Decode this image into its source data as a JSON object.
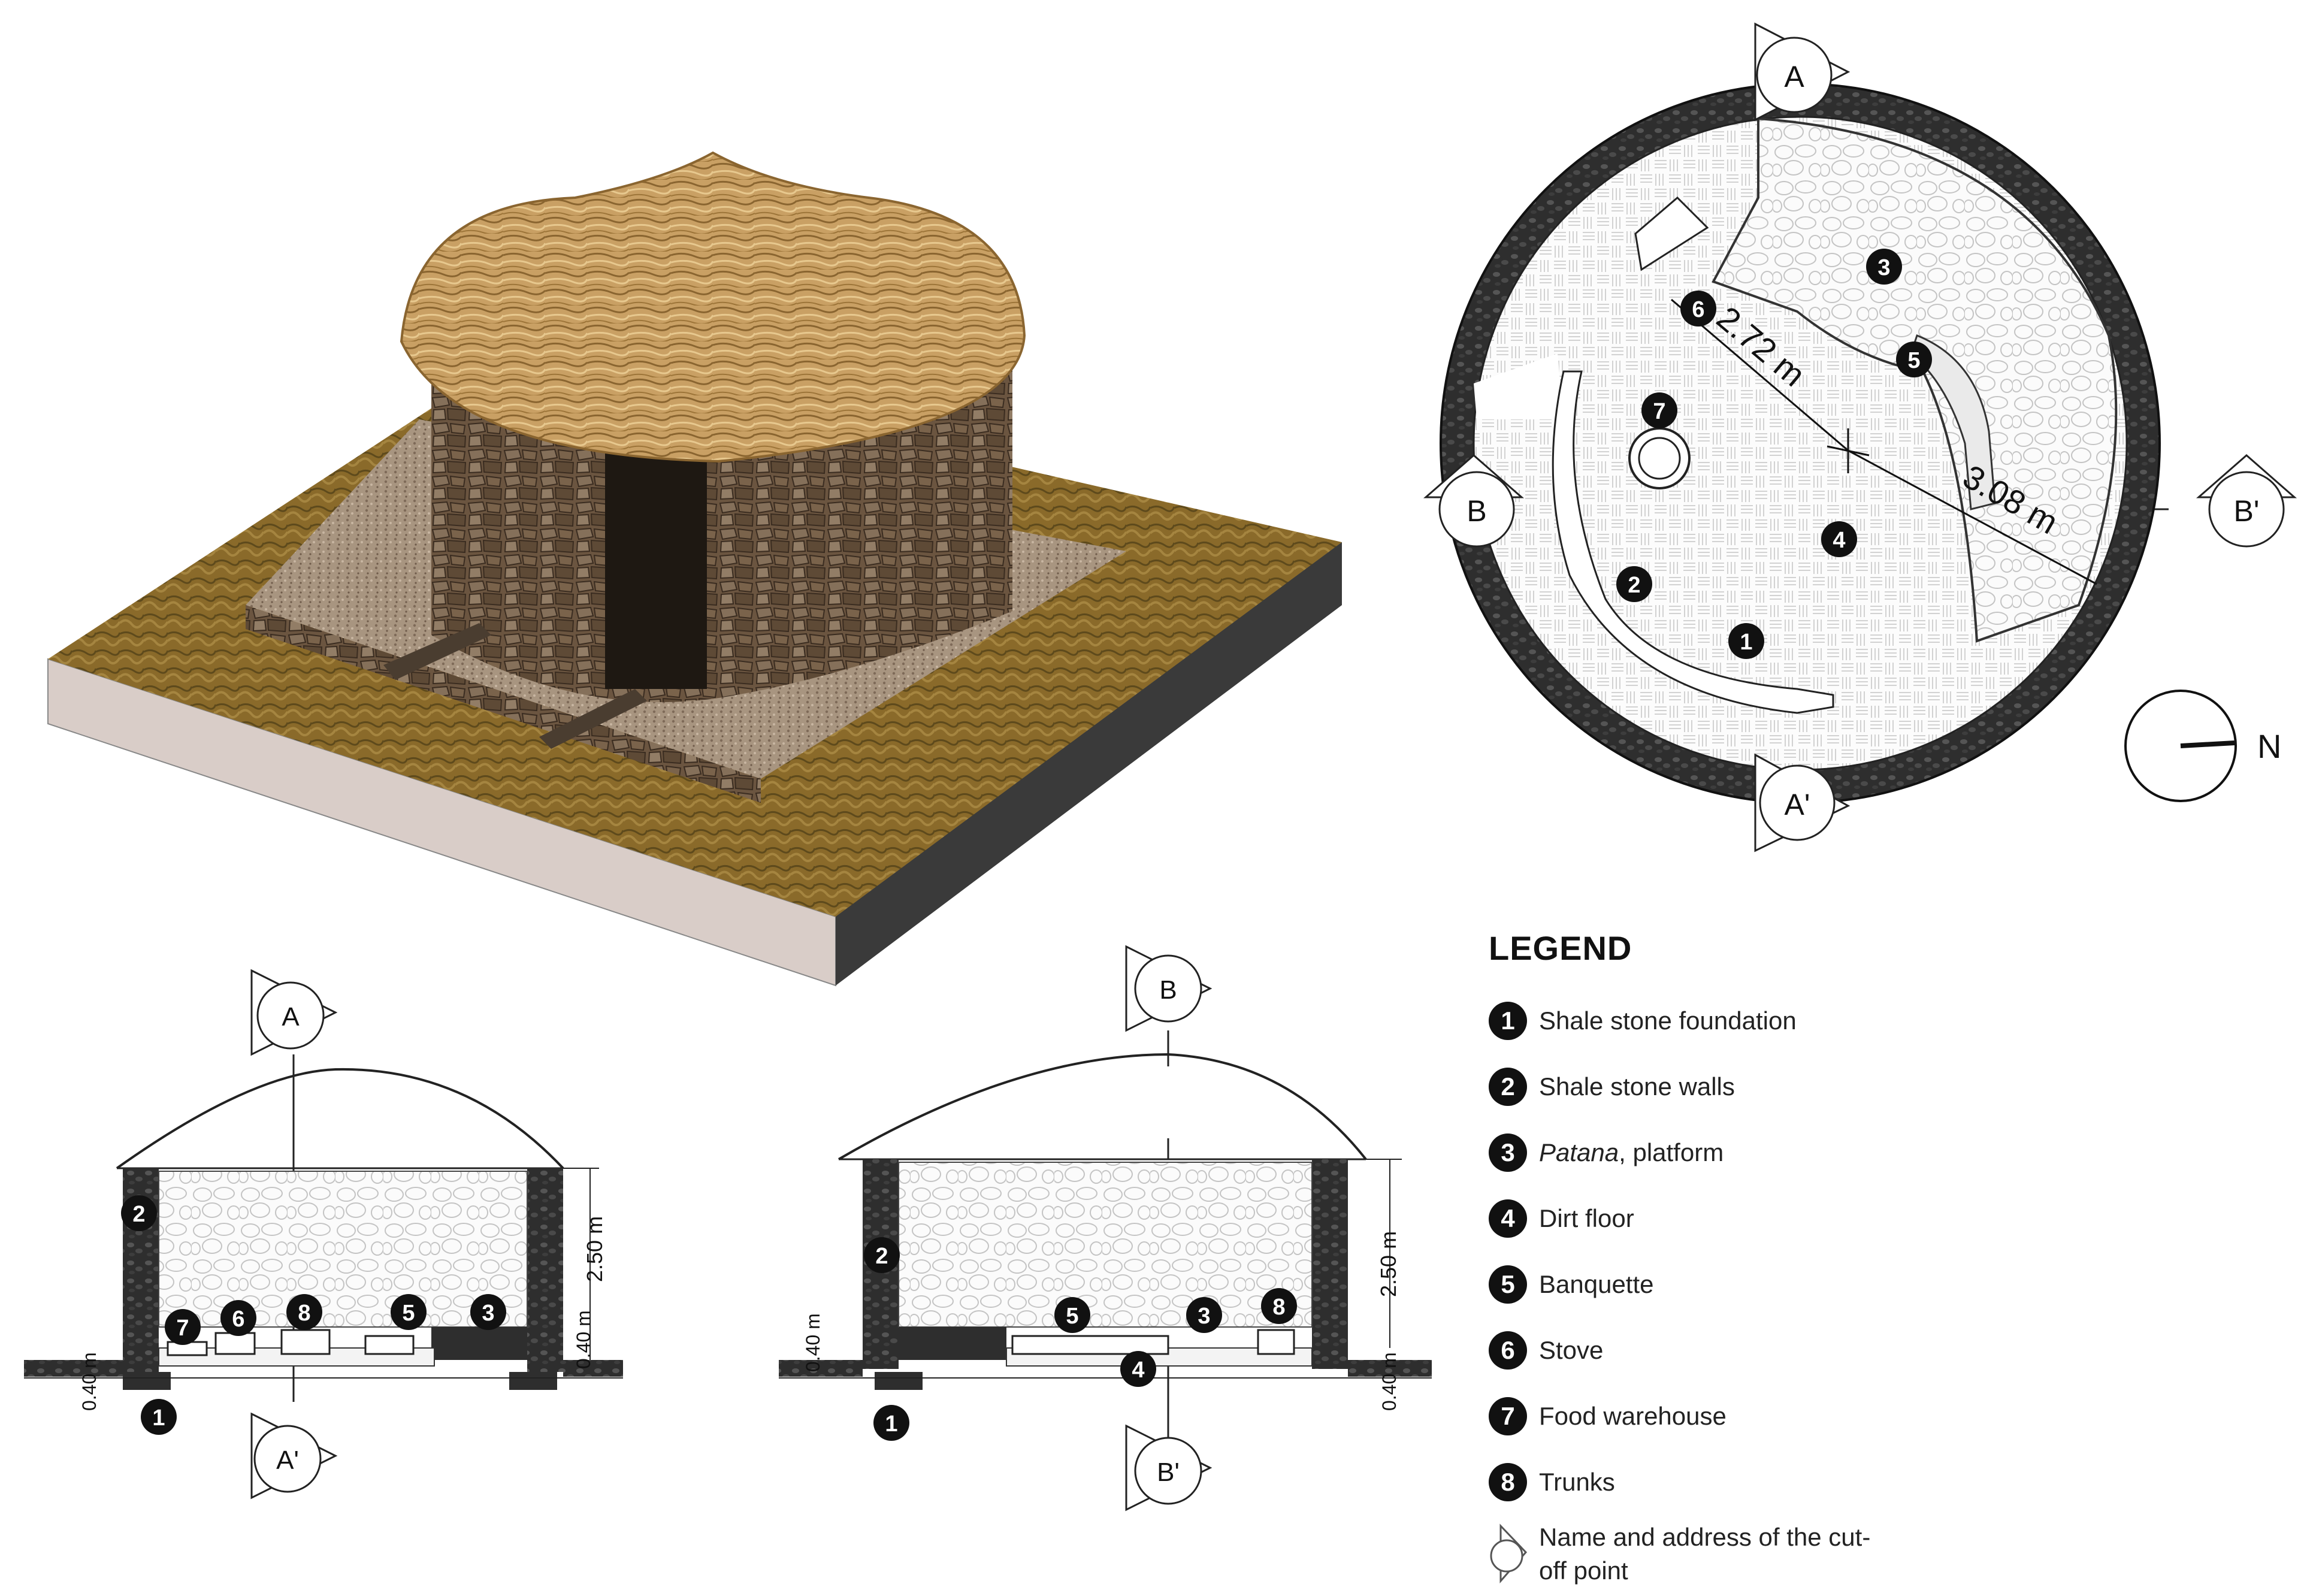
{
  "plan": {
    "markers": {
      "top": "A",
      "bottom": "A'",
      "left": "B",
      "right": "B'"
    },
    "dimension_inner": "2.72 m",
    "dimension_outer": "3.08 m",
    "north_label": "N",
    "labels": [
      "1",
      "2",
      "3",
      "4",
      "5",
      "6",
      "7"
    ]
  },
  "section_a": {
    "marker_top": "A",
    "marker_bottom": "A'",
    "height_dim": "2.50 m",
    "platform_dim": "0.40 m",
    "foundation_dim": "0.40 m",
    "labels": [
      "2",
      "7",
      "6",
      "8",
      "5",
      "3",
      "1"
    ]
  },
  "section_b": {
    "marker_top": "B",
    "marker_bottom": "B'",
    "height_dim": "2.50 m",
    "platform_dim": "0.40 m",
    "foundation_dim": "0.40 m",
    "labels": [
      "2",
      "5",
      "3",
      "8",
      "4",
      "1"
    ]
  },
  "legend": {
    "title": "LEGEND",
    "items": [
      {
        "num": "1",
        "text": "Shale stone foundation"
      },
      {
        "num": "2",
        "text": "Shale stone walls"
      },
      {
        "num": "3",
        "italic": "Patana",
        "text": ", platform"
      },
      {
        "num": "4",
        "text": "Dirt floor"
      },
      {
        "num": "5",
        "text": "Banquette"
      },
      {
        "num": "6",
        "text": "Stove"
      },
      {
        "num": "7",
        "text": "Food warehouse"
      },
      {
        "num": "8",
        "text": "Trunks"
      }
    ],
    "marker_text": "Name and address of the cut-off point"
  },
  "colors": {
    "thatch": "#c9a064",
    "stone": "#6b5540",
    "gravel": "#a89580",
    "grass": "#8a6a2a",
    "base_side": "#d9cdc8",
    "base_dark": "#3a3a3a",
    "wall_dark": "#2e2e2e"
  }
}
